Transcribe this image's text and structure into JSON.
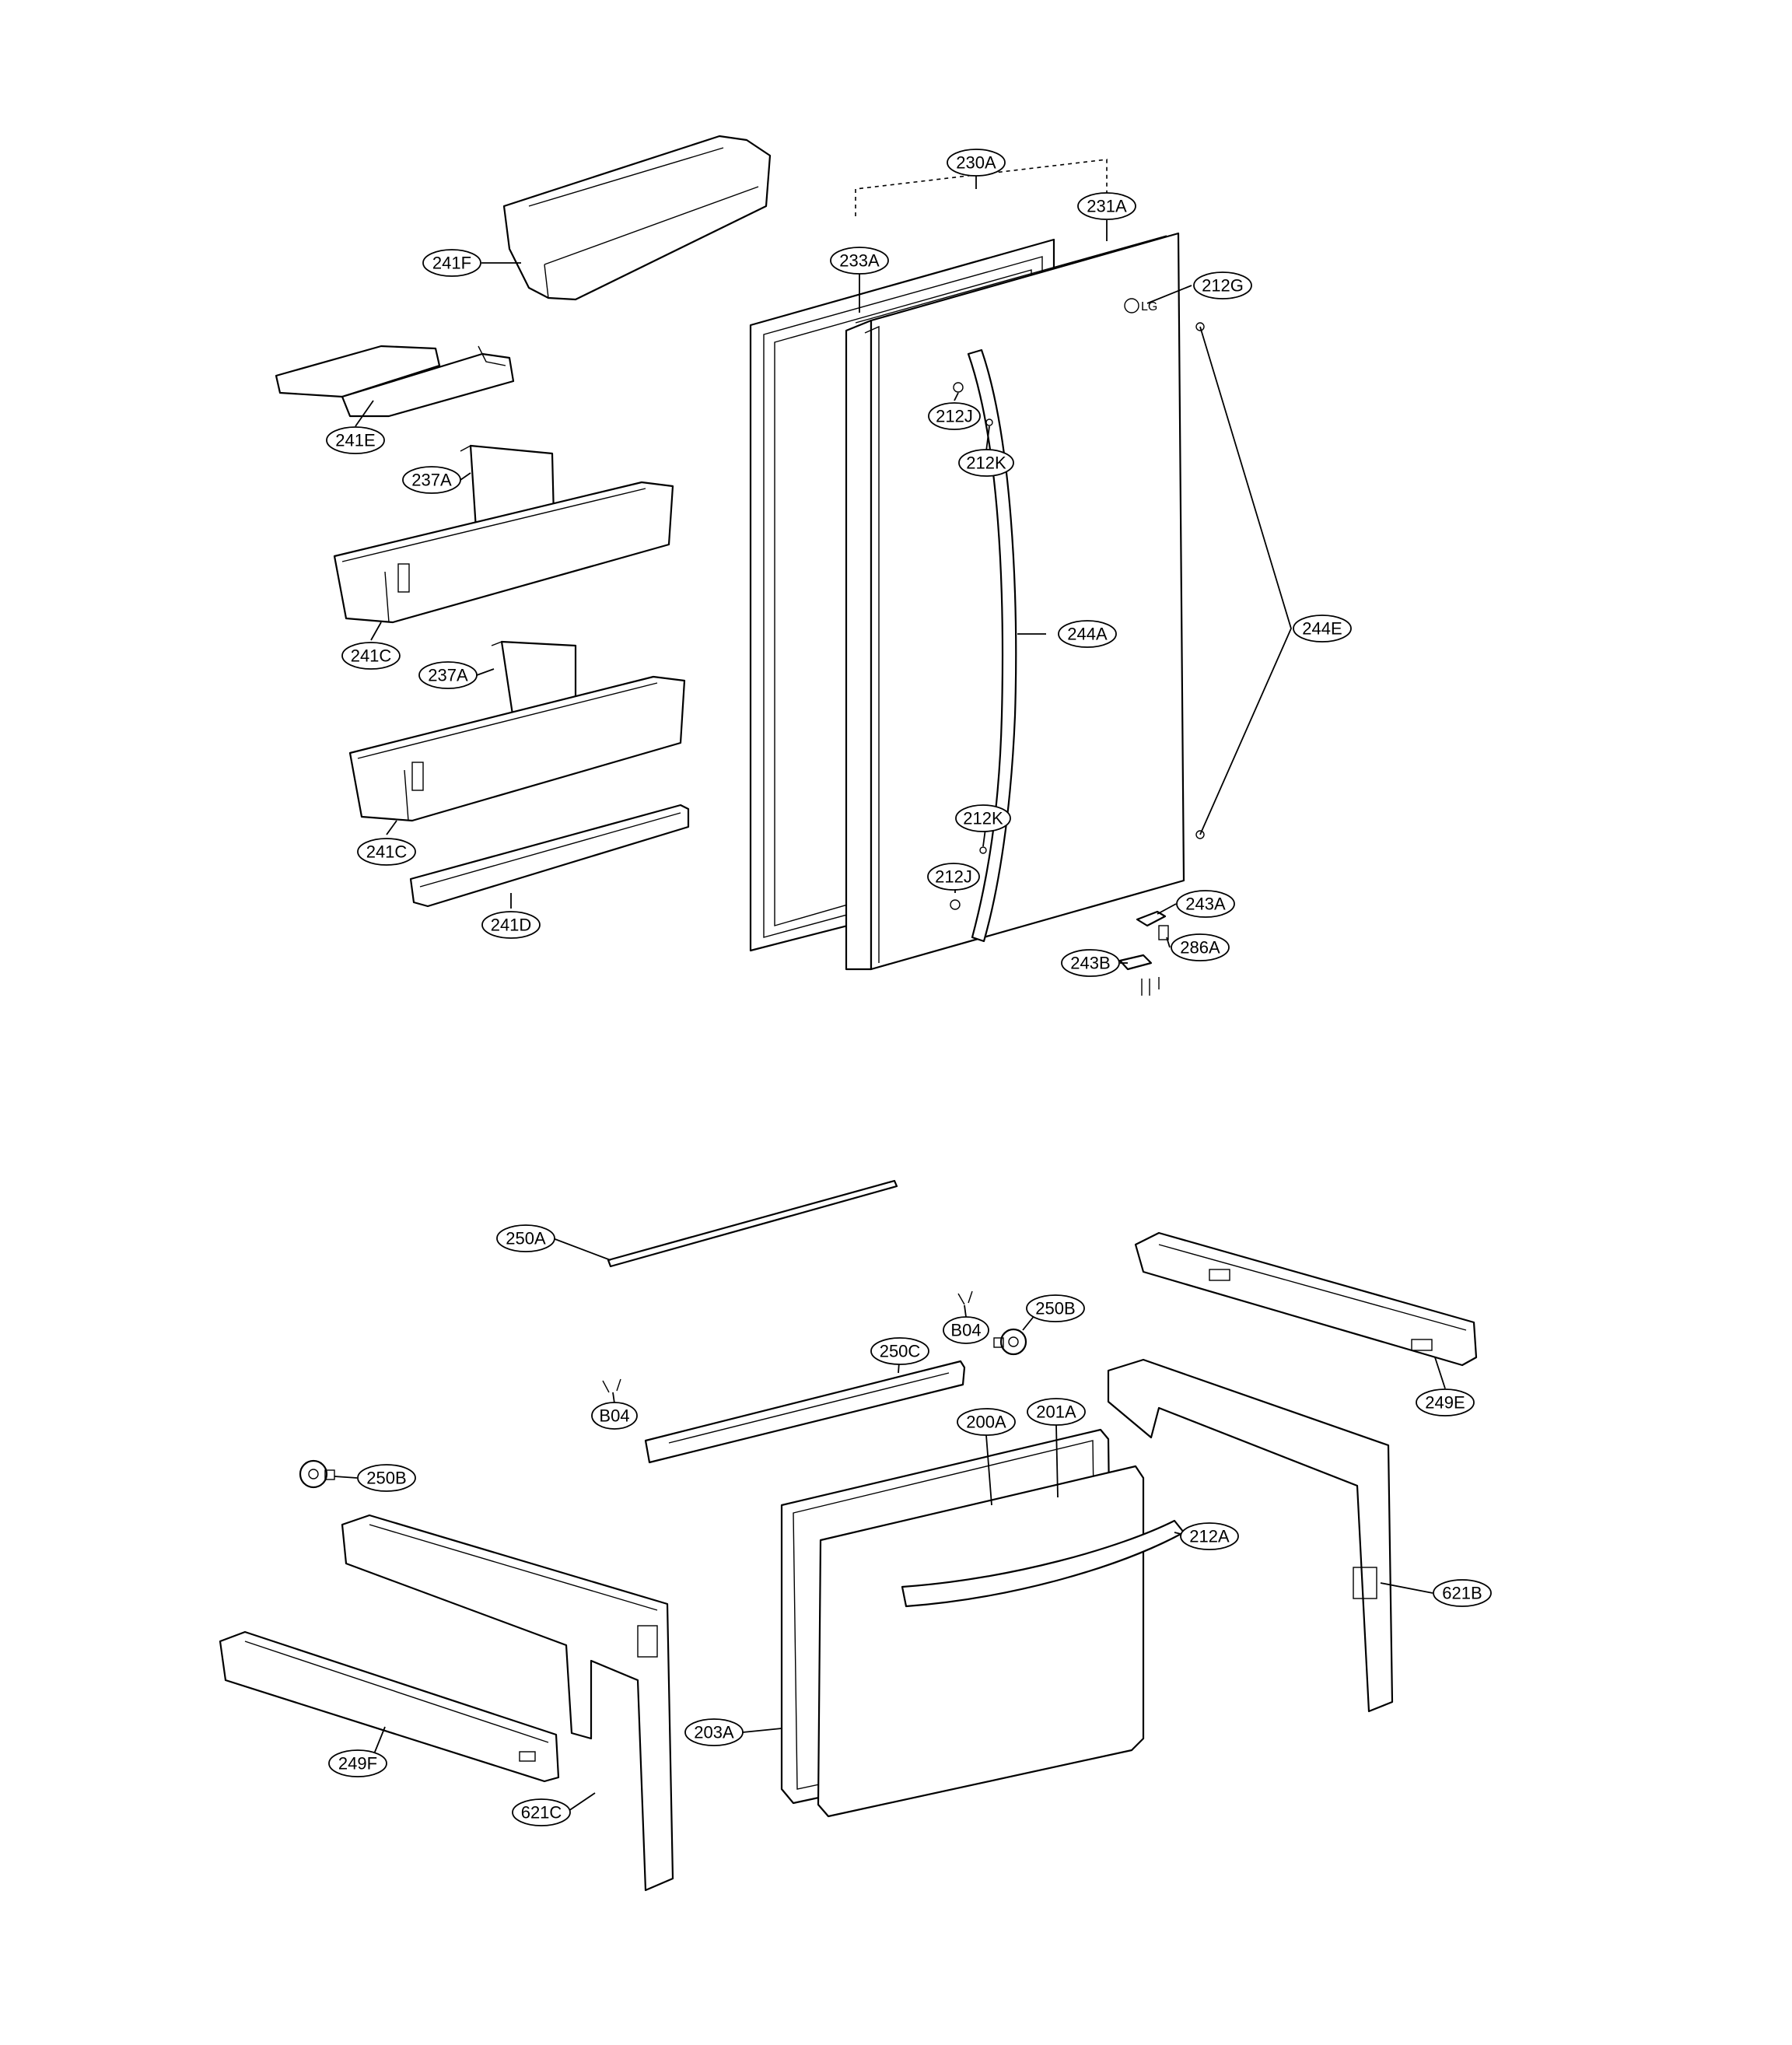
{
  "logo_text": "LG",
  "labels": [
    {
      "id": "230A",
      "text": "230A"
    },
    {
      "id": "231A",
      "text": "231A"
    },
    {
      "id": "233A",
      "text": "233A"
    },
    {
      "id": "212G",
      "text": "212G"
    },
    {
      "id": "241F",
      "text": "241F"
    },
    {
      "id": "241E",
      "text": "241E"
    },
    {
      "id": "212J-top",
      "text": "212J"
    },
    {
      "id": "212K-top",
      "text": "212K"
    },
    {
      "id": "237A-top",
      "text": "237A"
    },
    {
      "id": "241C-top",
      "text": "241C"
    },
    {
      "id": "237A-mid",
      "text": "237A"
    },
    {
      "id": "244A",
      "text": "244A"
    },
    {
      "id": "244E",
      "text": "244E"
    },
    {
      "id": "241C-mid",
      "text": "241C"
    },
    {
      "id": "212K-bottom",
      "text": "212K"
    },
    {
      "id": "212J-bottom",
      "text": "212J"
    },
    {
      "id": "241D",
      "text": "241D"
    },
    {
      "id": "243A",
      "text": "243A"
    },
    {
      "id": "286A",
      "text": "286A"
    },
    {
      "id": "243B",
      "text": "243B"
    },
    {
      "id": "250A",
      "text": "250A"
    },
    {
      "id": "B04-right",
      "text": "B04"
    },
    {
      "id": "250B-right",
      "text": "250B"
    },
    {
      "id": "250C",
      "text": "250C"
    },
    {
      "id": "249E",
      "text": "249E"
    },
    {
      "id": "B04-left",
      "text": "B04"
    },
    {
      "id": "200A",
      "text": "200A"
    },
    {
      "id": "201A",
      "text": "201A"
    },
    {
      "id": "250B-left",
      "text": "250B"
    },
    {
      "id": "212A",
      "text": "212A"
    },
    {
      "id": "621B",
      "text": "621B"
    },
    {
      "id": "203A",
      "text": "203A"
    },
    {
      "id": "249F",
      "text": "249F"
    },
    {
      "id": "621C",
      "text": "621C"
    }
  ]
}
